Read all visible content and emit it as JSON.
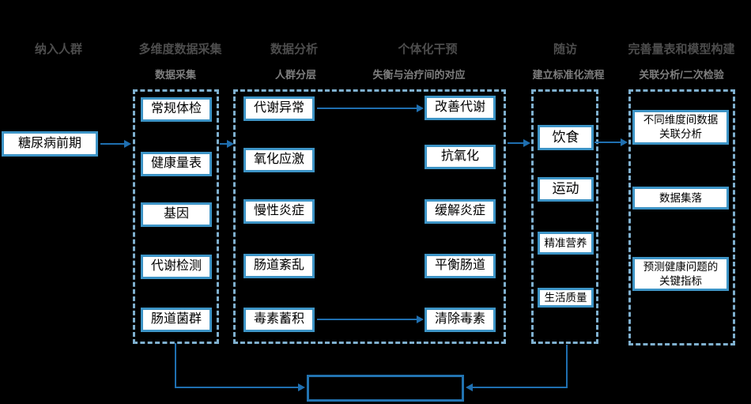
{
  "colors": {
    "bg": "#000000",
    "title-color": "#4d4d4d",
    "subtitle-color": "#7e7e7e",
    "dash-color": "#7fb0cf",
    "node-border": "#3d94c6",
    "node-bg": "#ffffff",
    "node-text": "#000000",
    "arrow-color": "#1f6fb0",
    "bottom-border": "#2273b0"
  },
  "stages": [
    {
      "title": "纳入人群",
      "subtitle": ""
    },
    {
      "title": "多维度数据采集",
      "subtitle": "数据采集"
    },
    {
      "title": "数据分析",
      "subtitle": "人群分层"
    },
    {
      "title": "个体化干预",
      "subtitle": "失衡与治疗间的对应"
    },
    {
      "title": "随访",
      "subtitle": "建立标准化流程"
    },
    {
      "title": "完善量表和模型构建",
      "subtitle": "关联分析/二次检验"
    }
  ],
  "start_node": {
    "label": "糖尿病前期"
  },
  "groups": {
    "collection": {
      "nodes": [
        "常规体检",
        "健康量表",
        "基因",
        "代谢检测",
        "肠道菌群"
      ]
    },
    "analysis": {
      "nodes": [
        "代谢异常",
        "氧化应激",
        "慢性炎症",
        "肠道紊乱",
        "毒素蓄积"
      ]
    },
    "intervention": {
      "nodes": [
        "改善代谢",
        "抗氧化",
        "缓解炎症",
        "平衡肠道",
        "清除毒素"
      ]
    },
    "followup": {
      "nodes": [
        "饮食",
        "运动",
        "精准营养",
        "生活质量"
      ]
    },
    "modeling": {
      "nodes": [
        "不同维度间数据\n关联分析",
        "数据集落",
        "预测健康问题的\n关键指标"
      ]
    }
  },
  "summary_box": {
    "label": ""
  }
}
